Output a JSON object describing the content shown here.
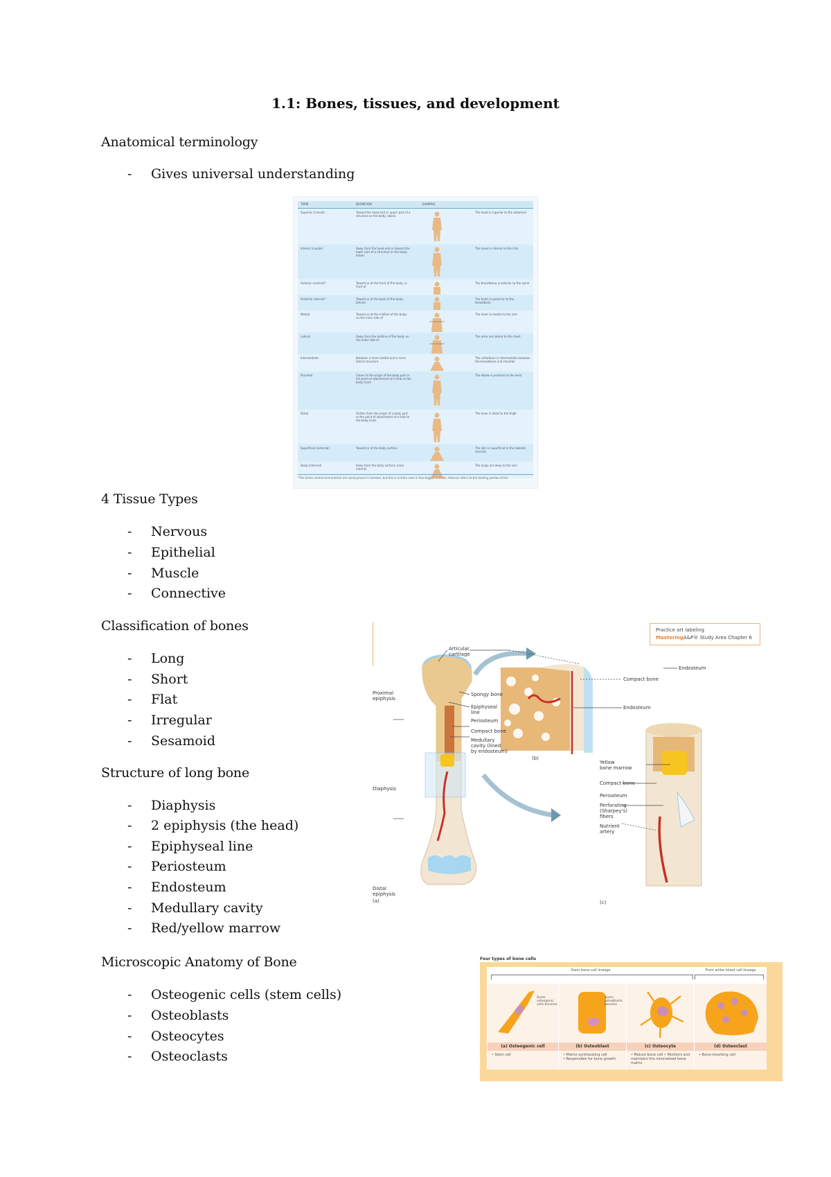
{
  "document": {
    "title": "1.1: Bones, tissues, and development",
    "sections": [
      {
        "heading": "Anatomical terminology",
        "items": [
          "Gives universal understanding"
        ]
      },
      {
        "heading": "4 Tissue Types",
        "items": [
          "Nervous",
          "Epithelial",
          "Muscle",
          "Connective"
        ]
      },
      {
        "heading": "Classification of bones",
        "items": [
          "Long",
          "Short",
          "Flat",
          "Irregular",
          "Sesamoid"
        ]
      },
      {
        "heading": "Structure of long bone",
        "items": [
          "Diaphysis",
          "2 epiphysis (the head)",
          "Epiphyseal line",
          "Periosteum",
          "Endosteum",
          "Medullary cavity",
          "Red/yellow marrow"
        ]
      },
      {
        "heading": "Microscopic Anatomy of Bone",
        "items": [
          "Osteogenic cells (stem cells)",
          "Osteoblasts",
          "Osteocytes",
          "Osteoclasts"
        ]
      }
    ],
    "bullet": "-"
  },
  "figures": {
    "terminology_table": {
      "headers": [
        "TERM",
        "DEFINITION",
        "EXAMPLE",
        ""
      ],
      "rows": [
        {
          "term": "Superior (cranial)",
          "definition": "Toward the head end or upper part of a structure or the body; above",
          "example": "The head is superior to the abdomen"
        },
        {
          "term": "Inferior (caudal)",
          "definition": "Away from the head end or toward the lower part of a structure or the body; below",
          "example": "The navel is inferior to the chin"
        },
        {
          "term": "Anterior (ventral)*",
          "definition": "Toward or at the front of the body; in front of",
          "example": "The breastbone is anterior to the spine"
        },
        {
          "term": "Posterior (dorsal)*",
          "definition": "Toward or at the back of the body; behind",
          "example": "The heart is posterior to the breastbone"
        },
        {
          "term": "Medial",
          "definition": "Toward or at the midline of the body; on the inner side of",
          "example": "The heart is medial to the arm"
        },
        {
          "term": "Lateral",
          "definition": "Away from the midline of the body; on the outer side of",
          "example": "The arms are lateral to the chest"
        },
        {
          "term": "Intermediate",
          "definition": "Between a more medial and a more lateral structure",
          "example": "The collarbone is intermediate between the breastbone and shoulder"
        },
        {
          "term": "Proximal",
          "definition": "Closer to the origin of the body part or the point of attachment of a limb to the body trunk",
          "example": "The elbow is proximal to the wrist"
        },
        {
          "term": "Distal",
          "definition": "Farther from the origin of a body part or the point of attachment of a limb to the body trunk",
          "example": "The knee is distal to the thigh"
        },
        {
          "term": "Superficial (external)",
          "definition": "Toward or at the body surface",
          "example": "The skin is superficial to the skeletal muscles"
        },
        {
          "term": "Deep (internal)",
          "definition": "Away from the body surface; more internal",
          "example": "The lungs are deep to the skin"
        }
      ],
      "footnote": "*The terms ventral and anterior are synonymous in humans, but this is not the case in four-legged animals. Anterior refers to the leading portion of the"
    },
    "long_bone_diagram": {
      "practice_box": {
        "line1": "Practice art labeling",
        "brand": "Mastering",
        "line2_rest": "A&P® Study Area Chapter 6"
      },
      "labels": {
        "articular_cartilage": "Articular\ncartilage",
        "proximal_epiphysis": "Proximal\nepiphysis",
        "spongy_bone": "Spongy bone",
        "epiphyseal_line": "Epiphyseal\nline",
        "periosteum_a": "Periosteum",
        "compact_bone_a": "Compact bone",
        "medullary_cavity": "Medullary\ncavity (lined\nby endosteum)",
        "diaphysis": "Diaphysis",
        "distal_epiphysis": "Distal\nepiphysis",
        "part_a": "(a)",
        "part_b": "(b)",
        "part_c": "(c)",
        "compact_bone_b": "Compact bone",
        "endosteum_b": "Endosteum",
        "endosteum_c": "Endosteum",
        "yellow_marrow": "Yellow\nbone marrow",
        "compact_bone_c": "Compact bone",
        "periosteum_c": "Periosteum",
        "perforating_fibers": "Perforating\n(Sharpey's)\nfibers",
        "nutrient_artery": "Nutrient\nartery"
      }
    },
    "bone_cells_diagram": {
      "title": "Four types of bone cells",
      "lineage_bone": "Stem bone cell lineage",
      "lineage_wbc": "From white blood cell lineage",
      "arrow1": "Some\nosteogenic\ncells become",
      "arrow2": "Some\nosteoblasts\nbecome",
      "cells": [
        {
          "caption": "(a) Osteogenic cell",
          "desc": "• Stem cell"
        },
        {
          "caption": "(b) Osteoblast",
          "desc": "• Matrix-synthesizing cell\n• Responsible for bone growth"
        },
        {
          "caption": "(c) Osteocyte",
          "desc": "• Mature bone cell\n• Monitors and maintains the mineralized bone matrix"
        },
        {
          "caption": "(d) Osteoclast",
          "desc": "• Bone-resorbing cell"
        }
      ]
    }
  },
  "colors": {
    "text": "#111111",
    "table_bg": "#e3f2fb",
    "table_header": "#cfe8f6",
    "figure_accent": "#e8812f",
    "cell_frame": "#fbd89a",
    "bone": "#e9c98f",
    "artery": "#c8302a",
    "marrow_yellow": "#f7c520",
    "cartilage": "#a8d6f0"
  }
}
